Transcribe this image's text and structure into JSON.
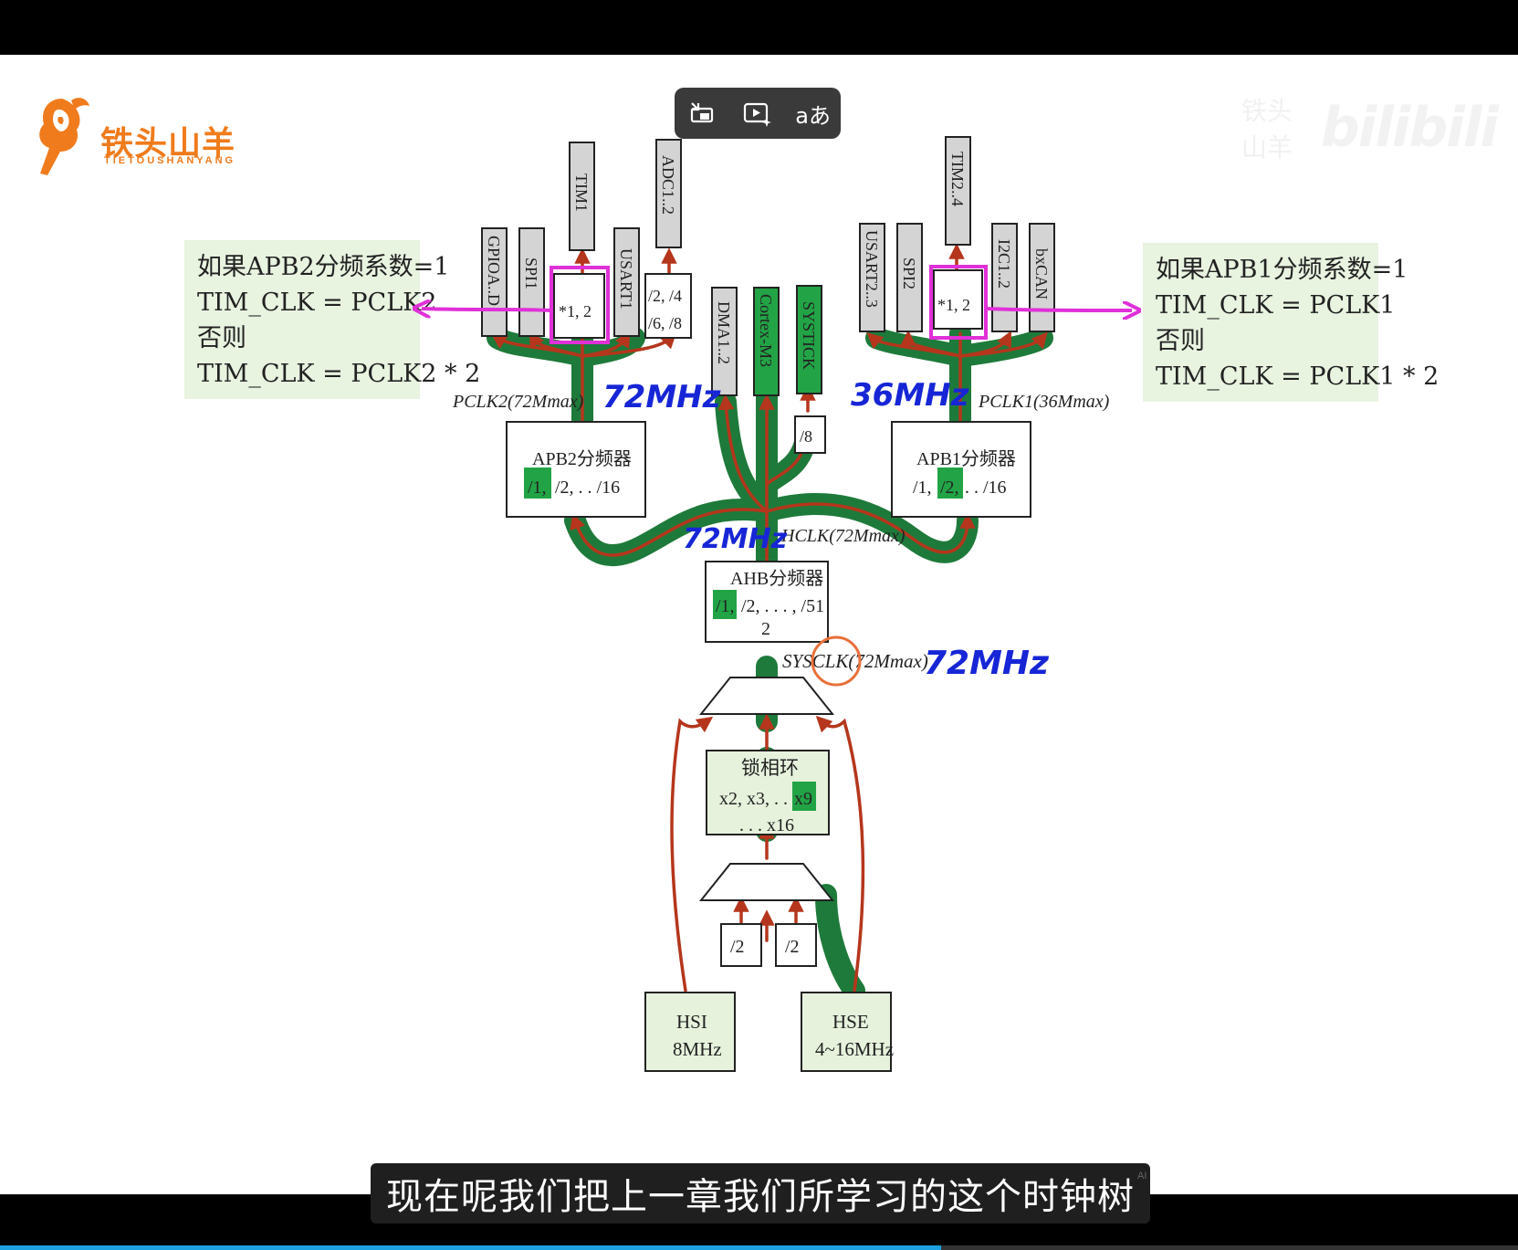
{
  "logo": {
    "name": "铁头山羊",
    "subtitle": "TIETOUSHANYANG"
  },
  "toolbar": {
    "buttons": [
      {
        "icon": "exit-fullscreen-icon"
      },
      {
        "icon": "play-sparkle-icon"
      },
      {
        "icon": "translate-icon",
        "label": "aあ"
      }
    ]
  },
  "watermark": {
    "text": "铁头山羊",
    "brand": "bilibili"
  },
  "notes": {
    "left": {
      "lines": [
        "如果APB2分频系数=1",
        "TIM_CLK = PCLK2",
        "否则",
        "TIM_CLK = PCLK2 * 2"
      ]
    },
    "right": {
      "lines": [
        "如果APB1分频系数=1",
        "TIM_CLK = PCLK1",
        "否则",
        "TIM_CLK = PCLK1 * 2"
      ]
    }
  },
  "diagram": {
    "apb2_peripherals": [
      "GPIOA..D",
      "SPI1",
      "TIM1",
      "USART1",
      "ADC1..2"
    ],
    "apb1_peripherals": [
      "USART2..3",
      "SPI2",
      "TIM2..4",
      "I2C1..2",
      "bxCAN"
    ],
    "core_peripherals": [
      "DMA1..2",
      "Cortex-M3",
      "SYSTICK"
    ],
    "tim_mult_left": "*1, 2",
    "tim_mult_right": "*1, 2",
    "adc_div": [
      "/2, /4",
      "/6, /8"
    ],
    "systick_div": "/8",
    "pclk2_label": "PCLK2(72Mmax)",
    "pclk1_label": "PCLK1(36Mmax)",
    "hclk_label": "HCLK(72Mmax)",
    "sysclk_label": "SYSCLK(72Mmax)",
    "apb2": {
      "title": "APB2分频器",
      "opts": [
        "/1,",
        "/2, . . /16"
      ]
    },
    "apb1": {
      "title": "APB1分频器",
      "opts": [
        "/1,",
        "/2,",
        ". . /16"
      ]
    },
    "ahb": {
      "title": "AHB分频器",
      "opts": [
        "/1,",
        "/2, . . . , /51",
        "2"
      ]
    },
    "pll": {
      "title": "锁相环",
      "line2": "x2, x3, . . .",
      "sel": "x9",
      "line3": ". . . x16"
    },
    "div_left": "/2",
    "div_right": "/2",
    "hsi": {
      "name": "HSI",
      "freq": "8MHz"
    },
    "hse": {
      "name": "HSE",
      "freq": "4~16MHz"
    },
    "handwritten": {
      "pclk2": "72MHz",
      "pclk1": "36MHz",
      "hclk": "72MHz",
      "sysclk": "72MHz"
    }
  },
  "colors": {
    "path_green": "#1e7a3a",
    "path_red": "#b5361c",
    "highlight": "#e030d8",
    "handwriting": "#1626d6",
    "box_gray": "#d4d4d4",
    "box_green": "#22a446",
    "pale_green": "#e6f2dc"
  },
  "subtitle": {
    "text": "现在呢我们把上一章我们所学习的这个时钟树",
    "tag": "AI"
  },
  "video": {
    "progress": 0.62
  }
}
